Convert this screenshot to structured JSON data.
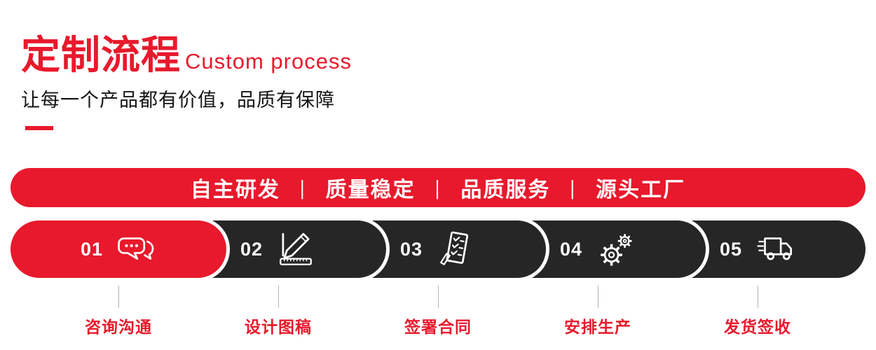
{
  "header": {
    "title_cn": "定制流程",
    "title_en": "Custom process",
    "subtitle": "让每一个产品都有价值，品质有保障"
  },
  "banner": {
    "separator": "|",
    "items": [
      "自主研发",
      "质量稳定",
      "品质服务",
      "源头工厂"
    ]
  },
  "steps": [
    {
      "number": "01",
      "label": "咨询沟通",
      "icon": "chat-bubbles-icon",
      "highlight": true
    },
    {
      "number": "02",
      "label": "设计图稿",
      "icon": "design-ruler-pencil-icon",
      "highlight": false
    },
    {
      "number": "03",
      "label": "签署合同",
      "icon": "contract-document-icon",
      "highlight": false
    },
    {
      "number": "04",
      "label": "安排生产",
      "icon": "gears-icon",
      "highlight": false
    },
    {
      "number": "05",
      "label": "发货签收",
      "icon": "delivery-truck-icon",
      "highlight": false
    }
  ],
  "colors": {
    "accent_red": "#e8192c",
    "pill_dark": "#262626",
    "text_dark": "#141414"
  }
}
